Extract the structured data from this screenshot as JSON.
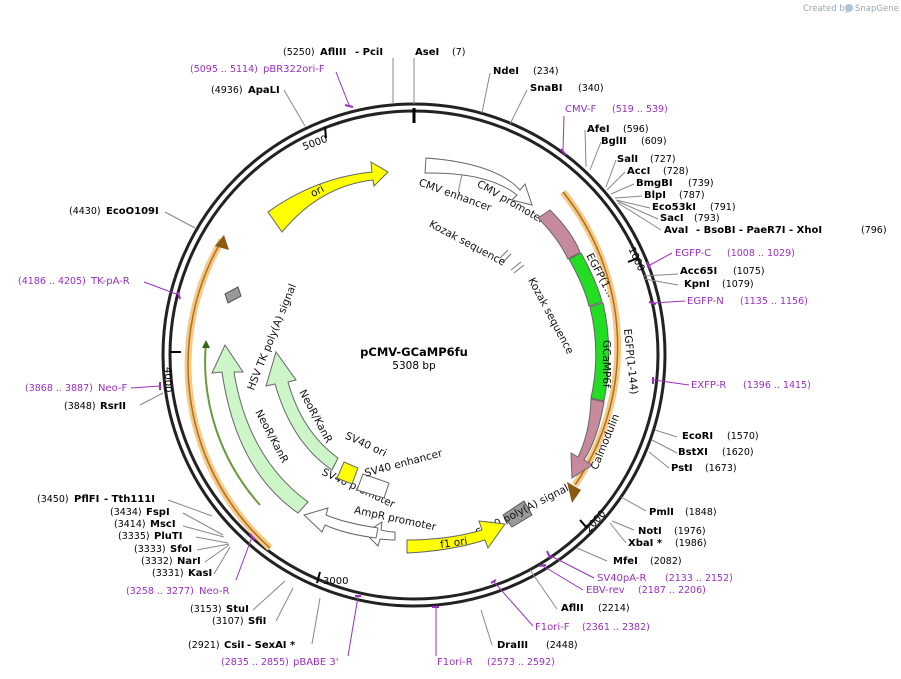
{
  "credit": {
    "prefix": "Created by",
    "brand": "SnapGene"
  },
  "plasmid": {
    "name": "pCMV-GCaMP6fu",
    "length": "5308 bp"
  },
  "tick_labels": [
    "1000",
    "2000",
    "3000",
    "4000",
    "5000"
  ],
  "enzymes": [
    {
      "name": "AflIII",
      "extra": " - PciI",
      "pos": "(5250)"
    },
    {
      "name": "AseI",
      "pos": "(7)"
    },
    {
      "name": "NdeI",
      "pos": "(234)"
    },
    {
      "name": "SnaBI",
      "pos": "(340)"
    },
    {
      "name": "AfeI",
      "pos": "(596)"
    },
    {
      "name": "BglII",
      "pos": "(609)"
    },
    {
      "name": "SalI",
      "pos": "(727)"
    },
    {
      "name": "AccI",
      "pos": "(728)"
    },
    {
      "name": "BmgBI",
      "pos": "(739)"
    },
    {
      "name": "BlpI",
      "pos": "(787)"
    },
    {
      "name": "Eco53kI",
      "pos": "(791)"
    },
    {
      "name": "SacI",
      "pos": "(793)"
    },
    {
      "name": "AvaI",
      "extra": " - BsoBI  - PaeR7I  - XhoI",
      "pos": "(796)"
    },
    {
      "name": "Acc65I",
      "pos": "(1075)"
    },
    {
      "name": "KpnI",
      "pos": "(1079)"
    },
    {
      "name": "EcoRI",
      "pos": "(1570)"
    },
    {
      "name": "BstXI",
      "pos": "(1620)"
    },
    {
      "name": "PstI",
      "pos": "(1673)"
    },
    {
      "name": "PmlI",
      "pos": "(1848)"
    },
    {
      "name": "NotI",
      "pos": "(1976)"
    },
    {
      "name": "XbaI *",
      "pos": "(1986)"
    },
    {
      "name": "MfeI",
      "pos": "(2082)"
    },
    {
      "name": "AflII",
      "pos": "(2214)"
    },
    {
      "name": "DraIII",
      "pos": "(2448)"
    },
    {
      "name": "CsiI",
      "extra": " - SexAI *",
      "pos": "(2921)"
    },
    {
      "name": "SfiI",
      "pos": "(3107)"
    },
    {
      "name": "StuI",
      "pos": "(3153)"
    },
    {
      "name": "KasI",
      "pos": "(3331)"
    },
    {
      "name": "NarI",
      "pos": "(3332)"
    },
    {
      "name": "SfoI",
      "pos": "(3333)"
    },
    {
      "name": "PluTI",
      "pos": "(3335)"
    },
    {
      "name": "MscI",
      "pos": "(3414)"
    },
    {
      "name": "FspI",
      "pos": "(3434)"
    },
    {
      "name": "PflFI",
      "extra": " - Tth111I",
      "pos": "(3450)"
    },
    {
      "name": "RsrII",
      "pos": "(3848)"
    },
    {
      "name": "EcoO109I",
      "pos": "(4430)"
    },
    {
      "name": "ApaLI",
      "pos": "(4936)"
    }
  ],
  "primers": [
    {
      "name": "pBR322ori-F",
      "pos": "(5095 .. 5114)"
    },
    {
      "name": "CMV-F",
      "pos": "(519 .. 539)"
    },
    {
      "name": "EGFP-C",
      "pos": "(1008 .. 1029)"
    },
    {
      "name": "EGFP-N",
      "pos": "(1135 .. 1156)"
    },
    {
      "name": "EXFP-R",
      "pos": "(1396 .. 1415)"
    },
    {
      "name": "SV40pA-R",
      "pos": "(2133 .. 2152)"
    },
    {
      "name": "EBV-rev",
      "pos": "(2187 .. 2206)"
    },
    {
      "name": "F1ori-F",
      "pos": "(2361 .. 2382)"
    },
    {
      "name": "F1ori-R",
      "pos": "(2573 .. 2592)"
    },
    {
      "name": "pBABE 3'",
      "pos": "(2835 .. 2855)"
    },
    {
      "name": "Neo-R",
      "pos": "(3258 .. 3277)"
    },
    {
      "name": "Neo-F",
      "pos": "(3868 .. 3887)"
    },
    {
      "name": "TK-pA-R",
      "pos": "(4186 .. 4205)"
    }
  ],
  "features": {
    "ori": "ori",
    "cmv_enhancer": "CMV enhancer",
    "cmv_promoter": "CMV promoter",
    "kozak_1": "Kozak sequence",
    "kozak_2": "Kozak sequence",
    "egfp_a": "EGFP(1...",
    "egfp_b": "EGFP(1-144)",
    "gcamp6f": "GCaMP6f",
    "calmodulin": "Calmodulin",
    "sv40_polya": "SV40 poly(A) signal",
    "f1_ori": "f1 ori",
    "ampr_promoter": "AmpR promoter",
    "sv40_promoter": "SV40 promoter",
    "sv40_ori": "SV40 ori",
    "sv40_enhancer": "SV40 enhancer",
    "neokanr_inner": "NeoR/KanR",
    "neokanr_outer": "NeoR/KanR",
    "hsv_tk": "HSV TK poly(A) signal"
  },
  "colors": {
    "backbone": "#222222",
    "primer": "#9a2fbf",
    "ori": "#ffff00",
    "egfp": "#22dd22",
    "calmodulin": "#c78a9c",
    "neokanr": "#ccf5c8",
    "orf_outline": "#f5c987",
    "neutral": "#ffffff",
    "polya": "#999999"
  }
}
